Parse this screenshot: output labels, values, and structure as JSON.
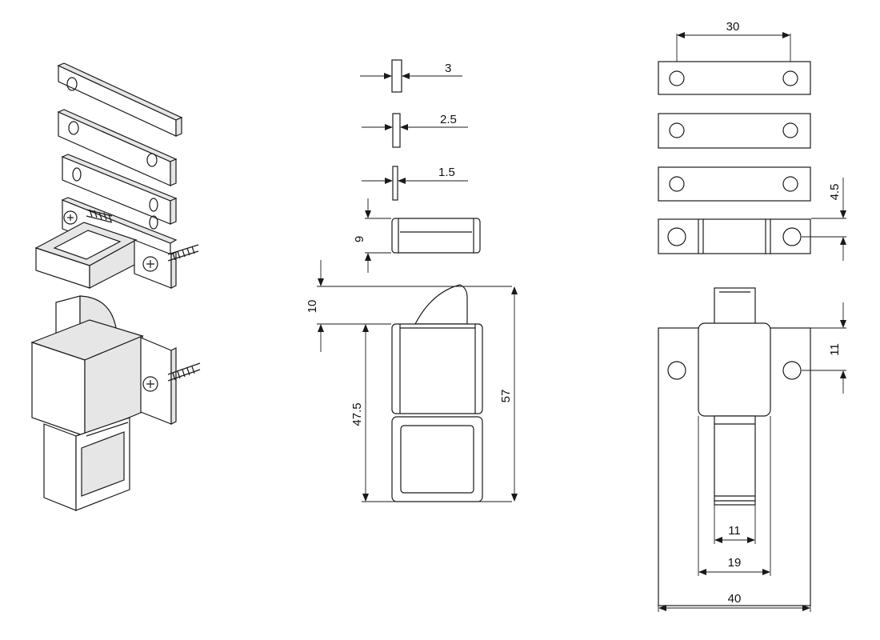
{
  "dimensions": {
    "shim_3": "3",
    "shim_2_5": "2.5",
    "shim_1_5": "1.5",
    "bracket_height": "9",
    "cap_height": "10",
    "body_height": "47.5",
    "total_height": "57",
    "hole_spacing": "30",
    "hole_offset": "4.5",
    "tab_height": "11",
    "inner_width": "11",
    "mid_width": "19",
    "total_width": "40"
  },
  "colors": {
    "line": "#1a1a1a",
    "background": "#ffffff",
    "shade": "#e6e6e6"
  }
}
